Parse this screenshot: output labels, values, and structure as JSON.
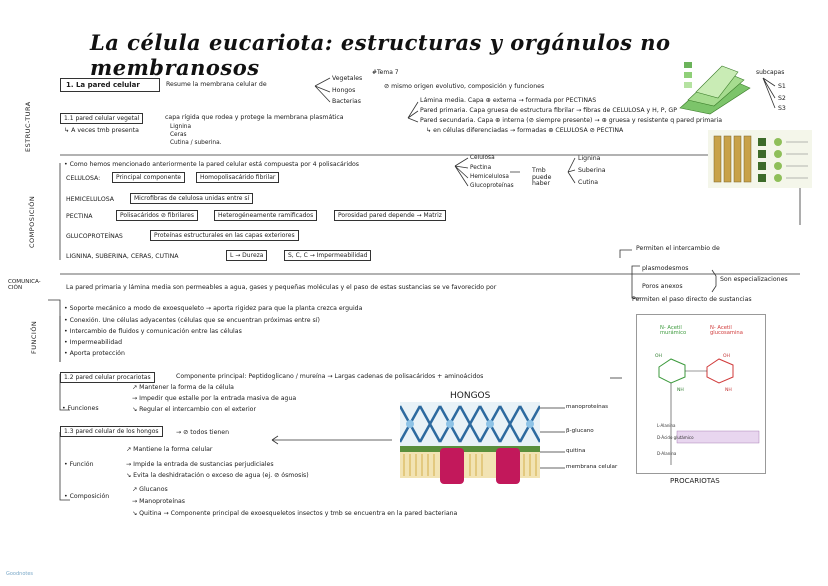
{
  "title": "La célula eucariota: estructuras y orgánulos no membranosos",
  "tema": "#Tema 7",
  "pared": {
    "heading": "1. La pared celular",
    "resume": "Resume la membrana celular de",
    "groups": [
      "Vegetales",
      "Hongos",
      "Bacterias"
    ],
    "mismo": "⊘ mismo origen evolutivo, composición y funciones"
  },
  "vegetal": {
    "label": "1.1 pared celular vegetal",
    "desc": "capa rígida que rodea y protege la membrana plasmática",
    "vez": "↳ A veces tmb presenta",
    "presenta": [
      "Lignina",
      "Ceras",
      "Cutina / suberina."
    ],
    "lamina": "Lámina media. Capa ⊕ externa → formada por PECTINAS",
    "primaria": "Pared primaria. Capa gruesa de estructura fibrilar → fibras de CELULOSA y H, P, GP",
    "secundaria": "Pared secundaria. Capa ⊕ interna (⊘ siempre presente) → ⊕ gruesa y resistente q pared primaria",
    "diferenciadas": "↳ en células diferenciadas → formadas ⊕ CELULOSA ⊘ PECTINA",
    "subcapas": "subcapas",
    "s": [
      "S1",
      "S2",
      "S3"
    ]
  },
  "composicion": {
    "side": "COMPOSICIÓN",
    "intro": "• Como hemos mencionado anteriormente la pared celular está compuesta por 4 polisacáridos",
    "polis": [
      "Celulosa",
      "Pectina",
      "Hemicelulosa",
      "Glucoproteínas"
    ],
    "tmb": "Tmb puede haber",
    "extras": [
      "Lignina",
      "Suberina",
      "Cutina"
    ],
    "rows": [
      {
        "name": "CELULOSA:",
        "boxes": [
          "Principal componente",
          "Homopolisacárido fibrilar"
        ]
      },
      {
        "name": "HEMICELULOSA",
        "boxes": [
          "Microfibras de celulosa unidas entre sí"
        ]
      },
      {
        "name": "PECTINA",
        "boxes": [
          "Polisacáridos ⊘ fibrilares",
          "Heterogéneamente ramificados",
          "Porosidad pared depende → Matriz"
        ]
      },
      {
        "name": "GLUCOPROTEÍNAS",
        "boxes": [
          "Proteínas estructurales en las capas exteriores"
        ]
      },
      {
        "name": "LIGNINA, SUBERINA, CERAS, CUTINA",
        "boxes": [
          "L → Dureza",
          "S, C, C → Impermeabilidad"
        ]
      }
    ]
  },
  "comunicacion": {
    "side": "COMUNICA-CIÓN",
    "text": "La pared primaria y lámina media son permeables a agua, gases y pequeñas moléculas y el paso de estas sustancias se ve favorecido por",
    "items": [
      "plasmodesmos",
      "Poros anexos"
    ],
    "top": "Permiten el intercambio de",
    "bottom": "Permiten el paso directo de sustancias",
    "esp": "Son especializaciones"
  },
  "funcion": {
    "side": "FUNCIÓN",
    "items": [
      "Soporte mecánico a modo de exoesqueleto → aporta rigidez para que la planta crezca erguida",
      "Conexión. Une células adyacentes (células que se encuentran próximas entre sí)",
      "Intercambio de fluidos y comunicación entre las células",
      "Impermeabilidad",
      "Aporta protección"
    ]
  },
  "procariotas": {
    "label": "1.2 pared celular procariotas",
    "main": "Componente principal: Peptidoglicano / mureína → Largas cadenas de polisacáridos + aminoácidos",
    "funciones": "• Funciones",
    "items": [
      "Mantener la forma de la célula",
      "Impedir que estalle por la entrada masiva de agua",
      "Regular el intercambio con el exterior"
    ]
  },
  "hongos": {
    "label": "1.3 pared celular de los hongos",
    "todos": "→ ⊘ todos tienen",
    "funcion": "• Función",
    "fitems": [
      "Mantiene la forma celular",
      "Impide la entrada de sustancias perjudiciales",
      "Evita la deshidratación o exceso de agua (ej. ⊘ ósmosis)"
    ],
    "comp": "• Composición",
    "citems": [
      "Glucanos",
      "Manoproteínas",
      "Quitina → Componente principal de exoesqueletos insectos y tmb se encuentra en la pared bacteriana"
    ],
    "diagram_title": "HONGOS",
    "diagram_labels": [
      "manoproteínas",
      "β-glucano",
      "quitina",
      "membrana celular"
    ]
  },
  "molecule": {
    "n_acetil_m": "N- Acetil murámico",
    "n_acetil_g": "N- Acetil glucosamina",
    "caption": "PROCARIOTAS"
  },
  "footer": "Goodnotes"
}
